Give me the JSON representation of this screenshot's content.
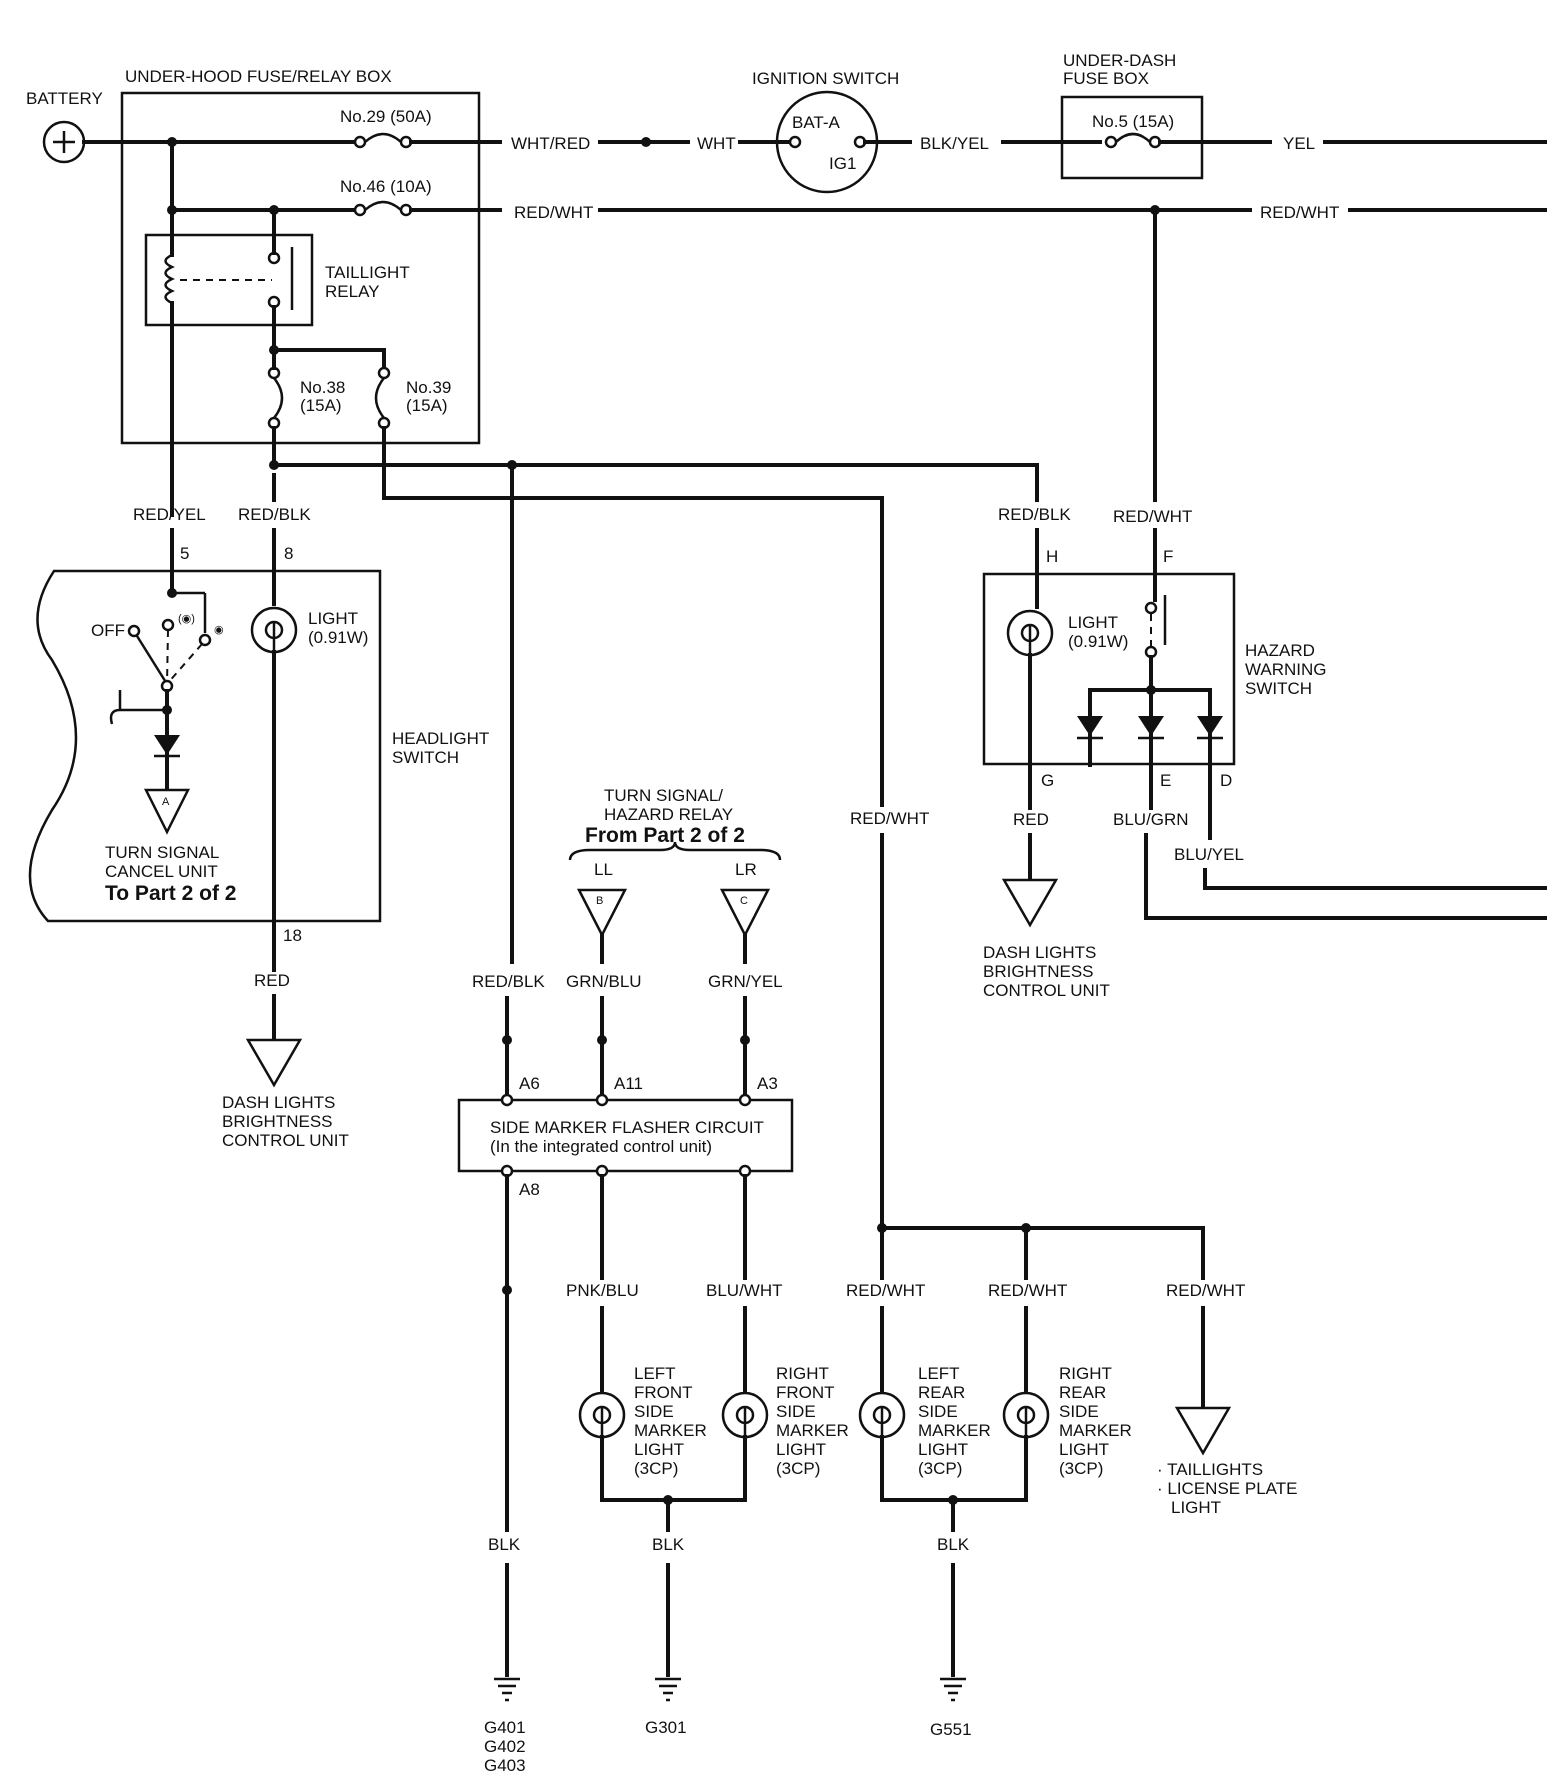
{
  "power": {
    "battery": "BATTERY",
    "underhood_box": "UNDER-HOOD FUSE/RELAY BOX",
    "fuse29": "No.29 (50A)",
    "fuse46": "No.46 (10A)",
    "fuse38_no": "No.38",
    "fuse38_amp": "(15A)",
    "fuse39_no": "No.39",
    "fuse39_amp": "(15A)",
    "relay_l1": "TAILLIGHT",
    "relay_l2": "RELAY",
    "ignition_title": "IGNITION SWITCH",
    "ign_bat": "BAT-A",
    "ign_ig1": "IG1",
    "underdash_l1": "UNDER-DASH",
    "underdash_l2": "FUSE BOX",
    "fuse5": "No.5 (15A)"
  },
  "wires": {
    "wht_red": "WHT/RED",
    "wht": "WHT",
    "blk_yel": "BLK/YEL",
    "yel": "YEL",
    "red_wht": "RED/WHT",
    "red_yel": "RED/YEL",
    "red_blk": "RED/BLK",
    "red": "RED",
    "blu_grn": "BLU/GRN",
    "blu_yel": "BLU/YEL",
    "grn_blu": "GRN/BLU",
    "grn_yel": "GRN/YEL",
    "pnk_blu": "PNK/BLU",
    "blu_wht": "BLU/WHT",
    "blk": "BLK"
  },
  "headlight_switch": {
    "name_l1": "HEADLIGHT",
    "name_l2": "SWITCH",
    "pin5": "5",
    "pin8": "8",
    "pin18": "18",
    "off": "OFF",
    "light_l1": "LIGHT",
    "light_l2": "(0.91W)",
    "connector_a": "A",
    "cancel_l1": "TURN SIGNAL",
    "cancel_l2": "CANCEL UNIT",
    "cancel_l3": "To Part 2 of 2"
  },
  "dash_lights_left": {
    "l1": "DASH LIGHTS",
    "l2": "BRIGHTNESS",
    "l3": "CONTROL UNIT"
  },
  "hazard_switch": {
    "name_l1": "HAZARD",
    "name_l2": "WARNING",
    "name_l3": "SWITCH",
    "pin_h": "H",
    "pin_f": "F",
    "pin_g": "G",
    "pin_e": "E",
    "pin_d": "D",
    "light_l1": "LIGHT",
    "light_l2": "(0.91W)"
  },
  "dash_lights_right": {
    "l1": "DASH LIGHTS",
    "l2": "BRIGHTNESS",
    "l3": "CONTROL UNIT"
  },
  "turn_relay": {
    "l1": "TURN SIGNAL/",
    "l2": "HAZARD RELAY",
    "l3": "From Part 2 of 2",
    "ll": "LL",
    "lr": "LR",
    "conn_b": "B",
    "conn_c": "C"
  },
  "flasher": {
    "l1": "SIDE MARKER FLASHER  CIRCUIT",
    "l2": "(In the integrated control unit)",
    "a6": "A6",
    "a11": "A11",
    "a3": "A3",
    "a8": "A8"
  },
  "lamps": {
    "lf": [
      "LEFT",
      "FRONT",
      "SIDE",
      "MARKER",
      "LIGHT",
      "(3CP)"
    ],
    "rf": [
      "RIGHT",
      "FRONT",
      "SIDE",
      "MARKER",
      "LIGHT",
      "(3CP)"
    ],
    "lr": [
      "LEFT",
      "REAR",
      "SIDE",
      "MARKER",
      "LIGHT",
      "(3CP)"
    ],
    "rr": [
      "RIGHT",
      "REAR",
      "SIDE",
      "MARKER",
      "LIGHT",
      "(3CP)"
    ]
  },
  "taillights": {
    "l1": "· TAILLIGHTS",
    "l2": "· LICENSE PLATE",
    "l3": "LIGHT"
  },
  "grounds": {
    "g401": "G401",
    "g402": "G402",
    "g403": "G403",
    "g301": "G301",
    "g551": "G551"
  }
}
